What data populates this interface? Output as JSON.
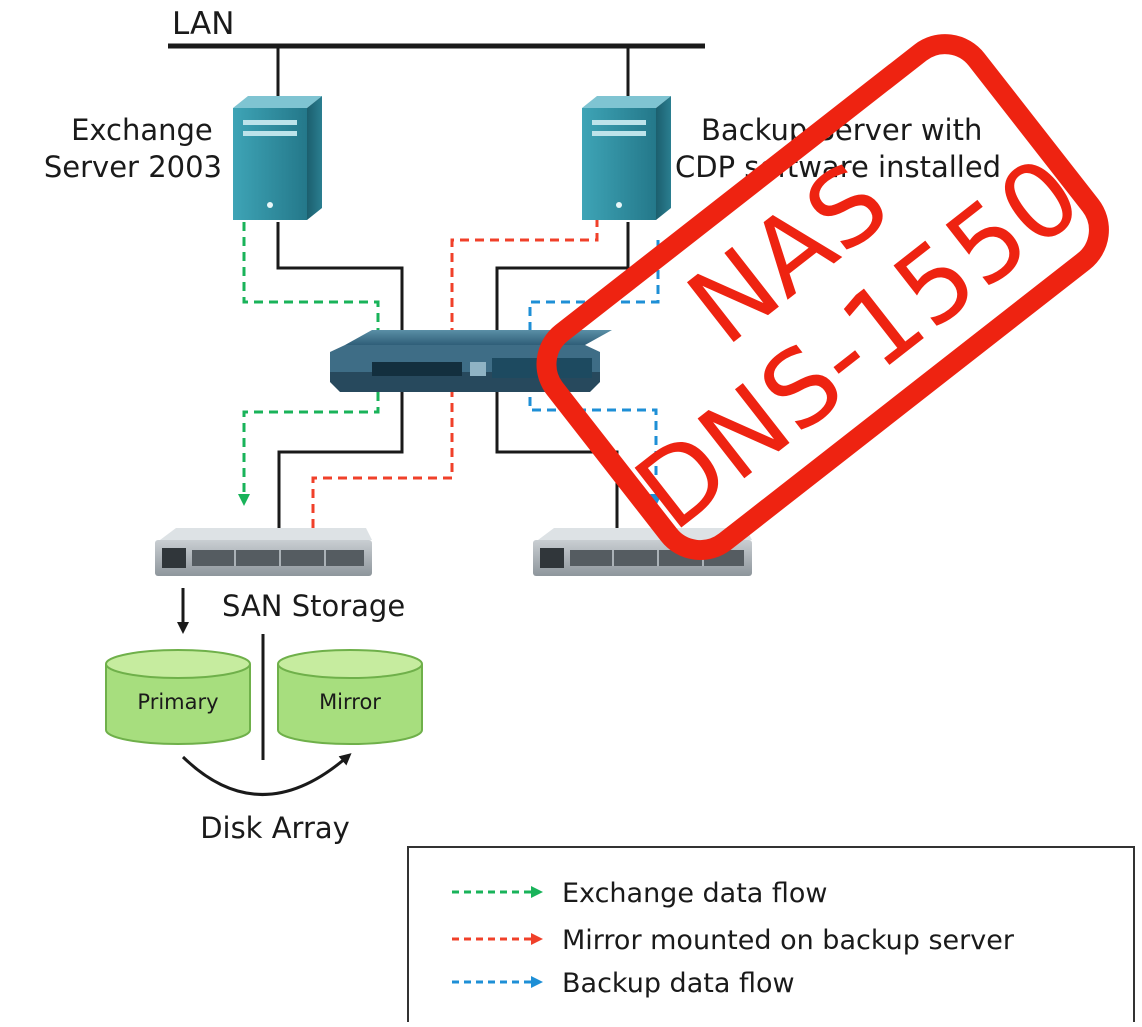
{
  "diagram": {
    "lan_label": "LAN",
    "exchange_server": [
      "Exchange",
      "Server 2003"
    ],
    "backup_server": [
      "Backup Server with",
      "CDP software installed"
    ],
    "san_storage_label": "SAN Storage",
    "primary_disk_label": "Primary",
    "mirror_disk_label": "Mirror",
    "disk_array_label": "Disk Array"
  },
  "legend": {
    "items": [
      {
        "label": "Exchange data flow",
        "color": "#19b35a"
      },
      {
        "label": "Mirror mounted on backup server",
        "color": "#f0402a"
      },
      {
        "label": "Backup data flow",
        "color": "#1e8fd6"
      }
    ]
  },
  "stamp": {
    "line1": "NAS",
    "line2": "DNS-1550",
    "color": "#ee2311"
  },
  "colors": {
    "server_teal": "#2f8ea0",
    "disk_green": "#a7de7e",
    "wire": "#1a1a1a"
  }
}
